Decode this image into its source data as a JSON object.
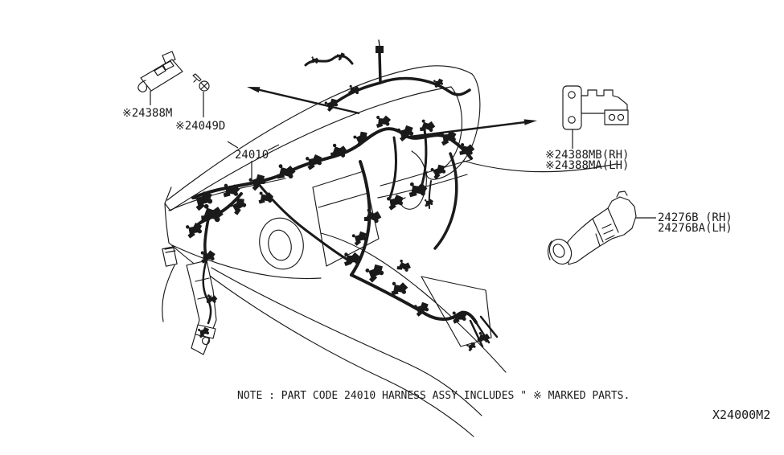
{
  "page": {
    "background": "#ffffff",
    "line_color": "#1a1a1a"
  },
  "labels": {
    "clip_bracket": "※24388M",
    "screw": "※24049D",
    "main_harness": "24010",
    "bracket_rh": "※24388MB(RH)",
    "bracket_lh": "※24388MA(LH)",
    "protector_rh": "24276B (RH)",
    "protector_lh": "24276BA(LH)"
  },
  "note": "NOTE : PART CODE 24010 HARNESS ASSY INCLUDES \" ※ MARKED PARTS.",
  "figure_code": "X24000M2"
}
